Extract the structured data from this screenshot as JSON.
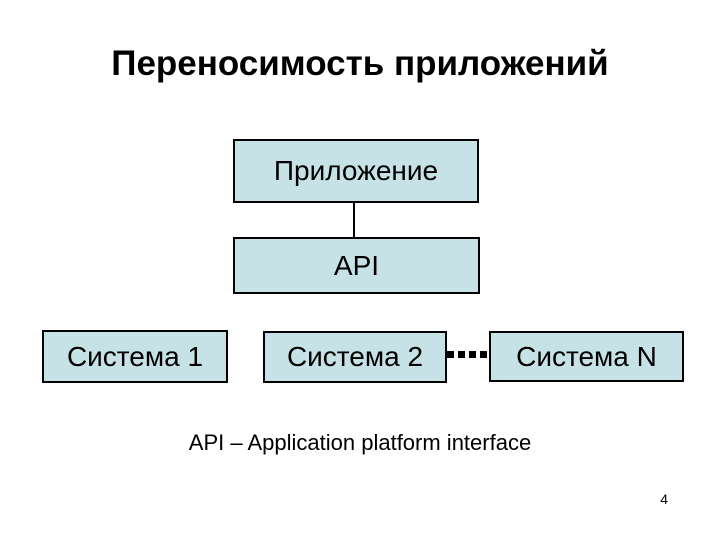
{
  "slide": {
    "title": "Переносимость приложений",
    "caption": "API – Application platform interface",
    "page_number": "4"
  },
  "diagram": {
    "nodes": [
      {
        "id": "application",
        "label": "Приложение"
      },
      {
        "id": "api",
        "label": "API"
      },
      {
        "id": "system-1",
        "label": "Система 1"
      },
      {
        "id": "system-2",
        "label": "Система 2"
      },
      {
        "id": "system-n",
        "label": "Система N"
      }
    ],
    "connectors": [
      {
        "type": "solid-vertical",
        "from": "application",
        "to": "api"
      },
      {
        "type": "dotted-ellipsis",
        "from": "system-2",
        "to": "system-n"
      }
    ],
    "colors": {
      "background": "#ffffff",
      "node_fill": "#c6e2e6",
      "node_border": "#000000",
      "text": "#000000"
    }
  }
}
